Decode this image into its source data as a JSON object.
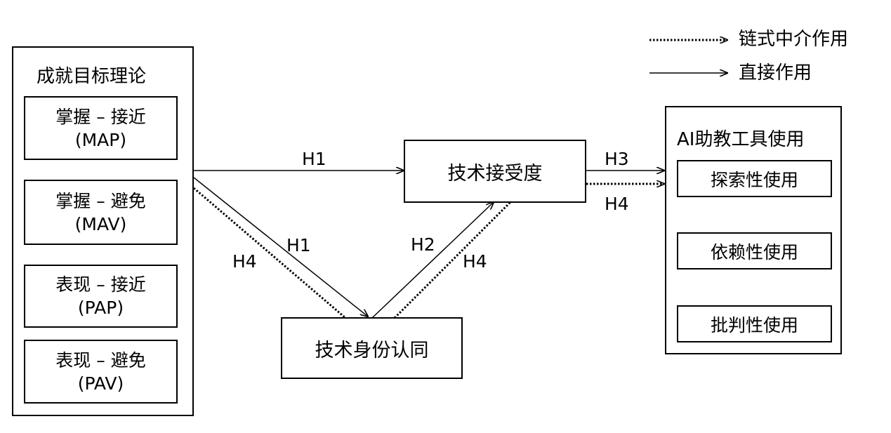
{
  "legend": {
    "mediation": "链式中介作用",
    "direct": "直接作用"
  },
  "theory": {
    "title": "成就目标理论",
    "items": [
      {
        "line1": "掌握 – 接近",
        "line2": "(MAP)"
      },
      {
        "line1": "掌握 – 避免",
        "line2": "(MAV)"
      },
      {
        "line1": "表现 – 接近",
        "line2": "(PAP)"
      },
      {
        "line1": "表现 – 避免",
        "line2": "(PAV)"
      }
    ]
  },
  "acceptance": "技术接受度",
  "identity": "技术身份认同",
  "ai_usage": {
    "title": "AI助教工具使用",
    "items": [
      "探索性使用",
      "依赖性使用",
      "批判性使用"
    ]
  },
  "paths": {
    "h1_top": "H1",
    "h1_diag": "H1",
    "h2": "H2",
    "h3": "H3",
    "h4_right": "H4",
    "h4_left": "H4",
    "h4_mid": "H4"
  }
}
